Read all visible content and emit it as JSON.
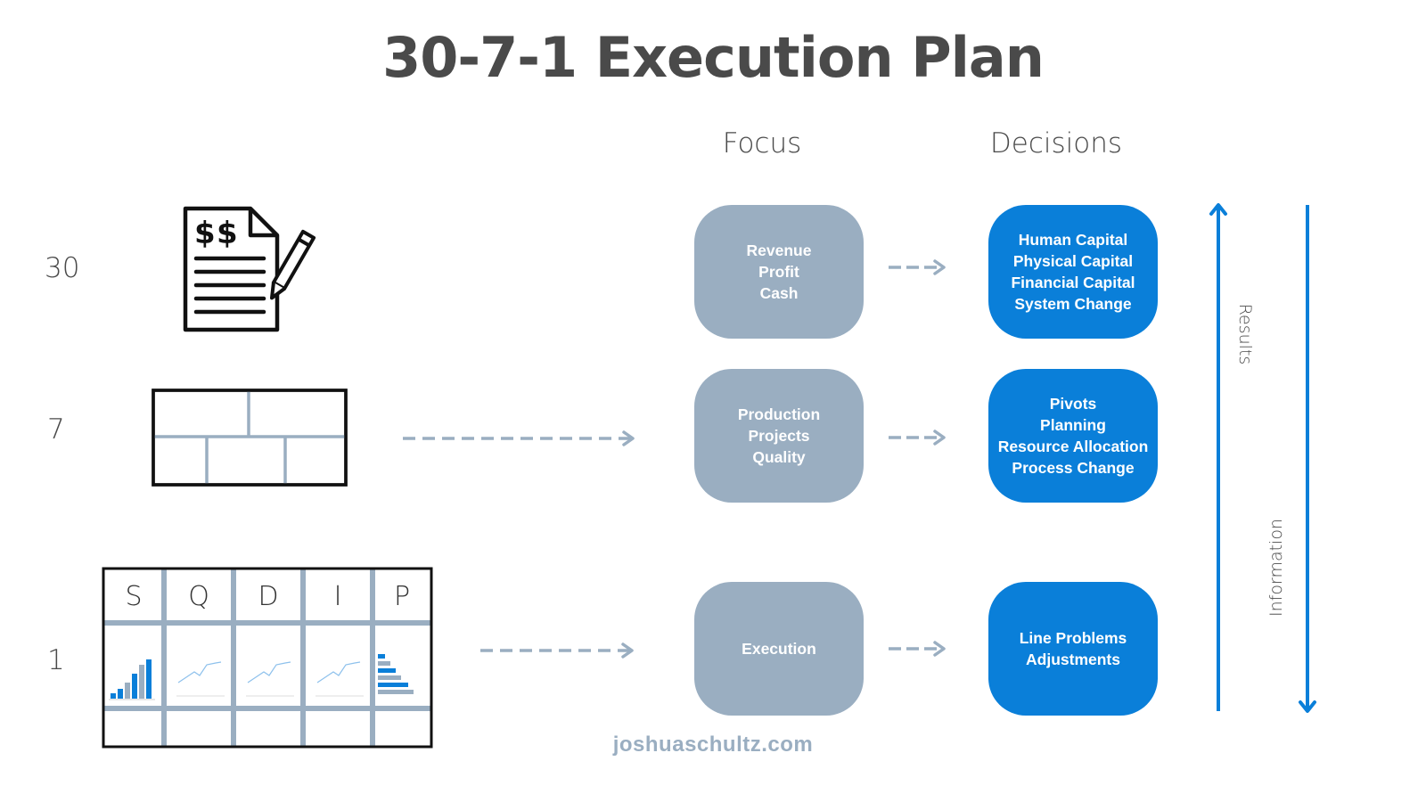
{
  "title": "30-7-1 Execution Plan",
  "columns": {
    "focus": "Focus",
    "decisions": "Decisions"
  },
  "rows": [
    {
      "label": "30",
      "icon": "invoice-document-pencil-icon",
      "focus": [
        "Revenue",
        "Profit",
        "Cash"
      ],
      "decisions": [
        "Human Capital",
        "Physical Capital",
        "Financial Capital",
        "System Change"
      ]
    },
    {
      "label": "7",
      "icon": "brick-board-icon",
      "focus": [
        "Production",
        "Projects",
        "Quality"
      ],
      "decisions": [
        "Pivots",
        "Planning",
        "Resource Allocation",
        "Process Change"
      ]
    },
    {
      "label": "1",
      "icon": "sqdip-board-icon",
      "board_letters": [
        "S",
        "Q",
        "D",
        "I",
        "P"
      ],
      "focus": [
        "Execution"
      ],
      "decisions": [
        "Line Problems",
        "Adjustments"
      ]
    }
  ],
  "side_arrows": {
    "up_label": "Results",
    "down_label": "Information"
  },
  "footer": "joshuaschultz.com",
  "colors": {
    "title": "#4a4a4a",
    "focus_box": "#9aaec1",
    "decision_box": "#0a7fd9",
    "arrow_dashed": "#9aaec1",
    "arrow_blue": "#0a7fd9",
    "footer": "#9aaec1"
  }
}
